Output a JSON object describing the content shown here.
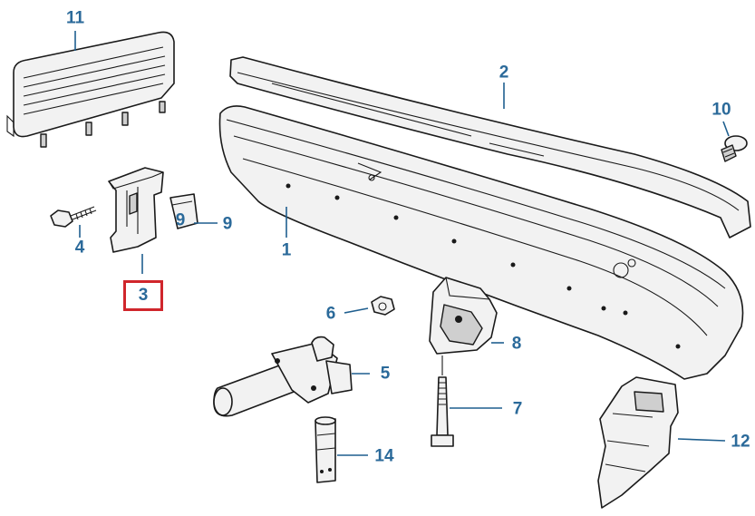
{
  "callouts": {
    "c1": "1",
    "c2": "2",
    "c3": "3",
    "c4": "4",
    "c5": "5",
    "c6": "6",
    "c7": "7",
    "c8": "8",
    "c9": "9",
    "c9b": "9",
    "c10": "10",
    "c11": "11",
    "c12": "12",
    "c14": "14"
  },
  "colors": {
    "callout_text": "#2b6a9a",
    "leader_line": "#1f5f8f",
    "highlight_box": "#d0262c"
  },
  "highlighted_part": "3"
}
